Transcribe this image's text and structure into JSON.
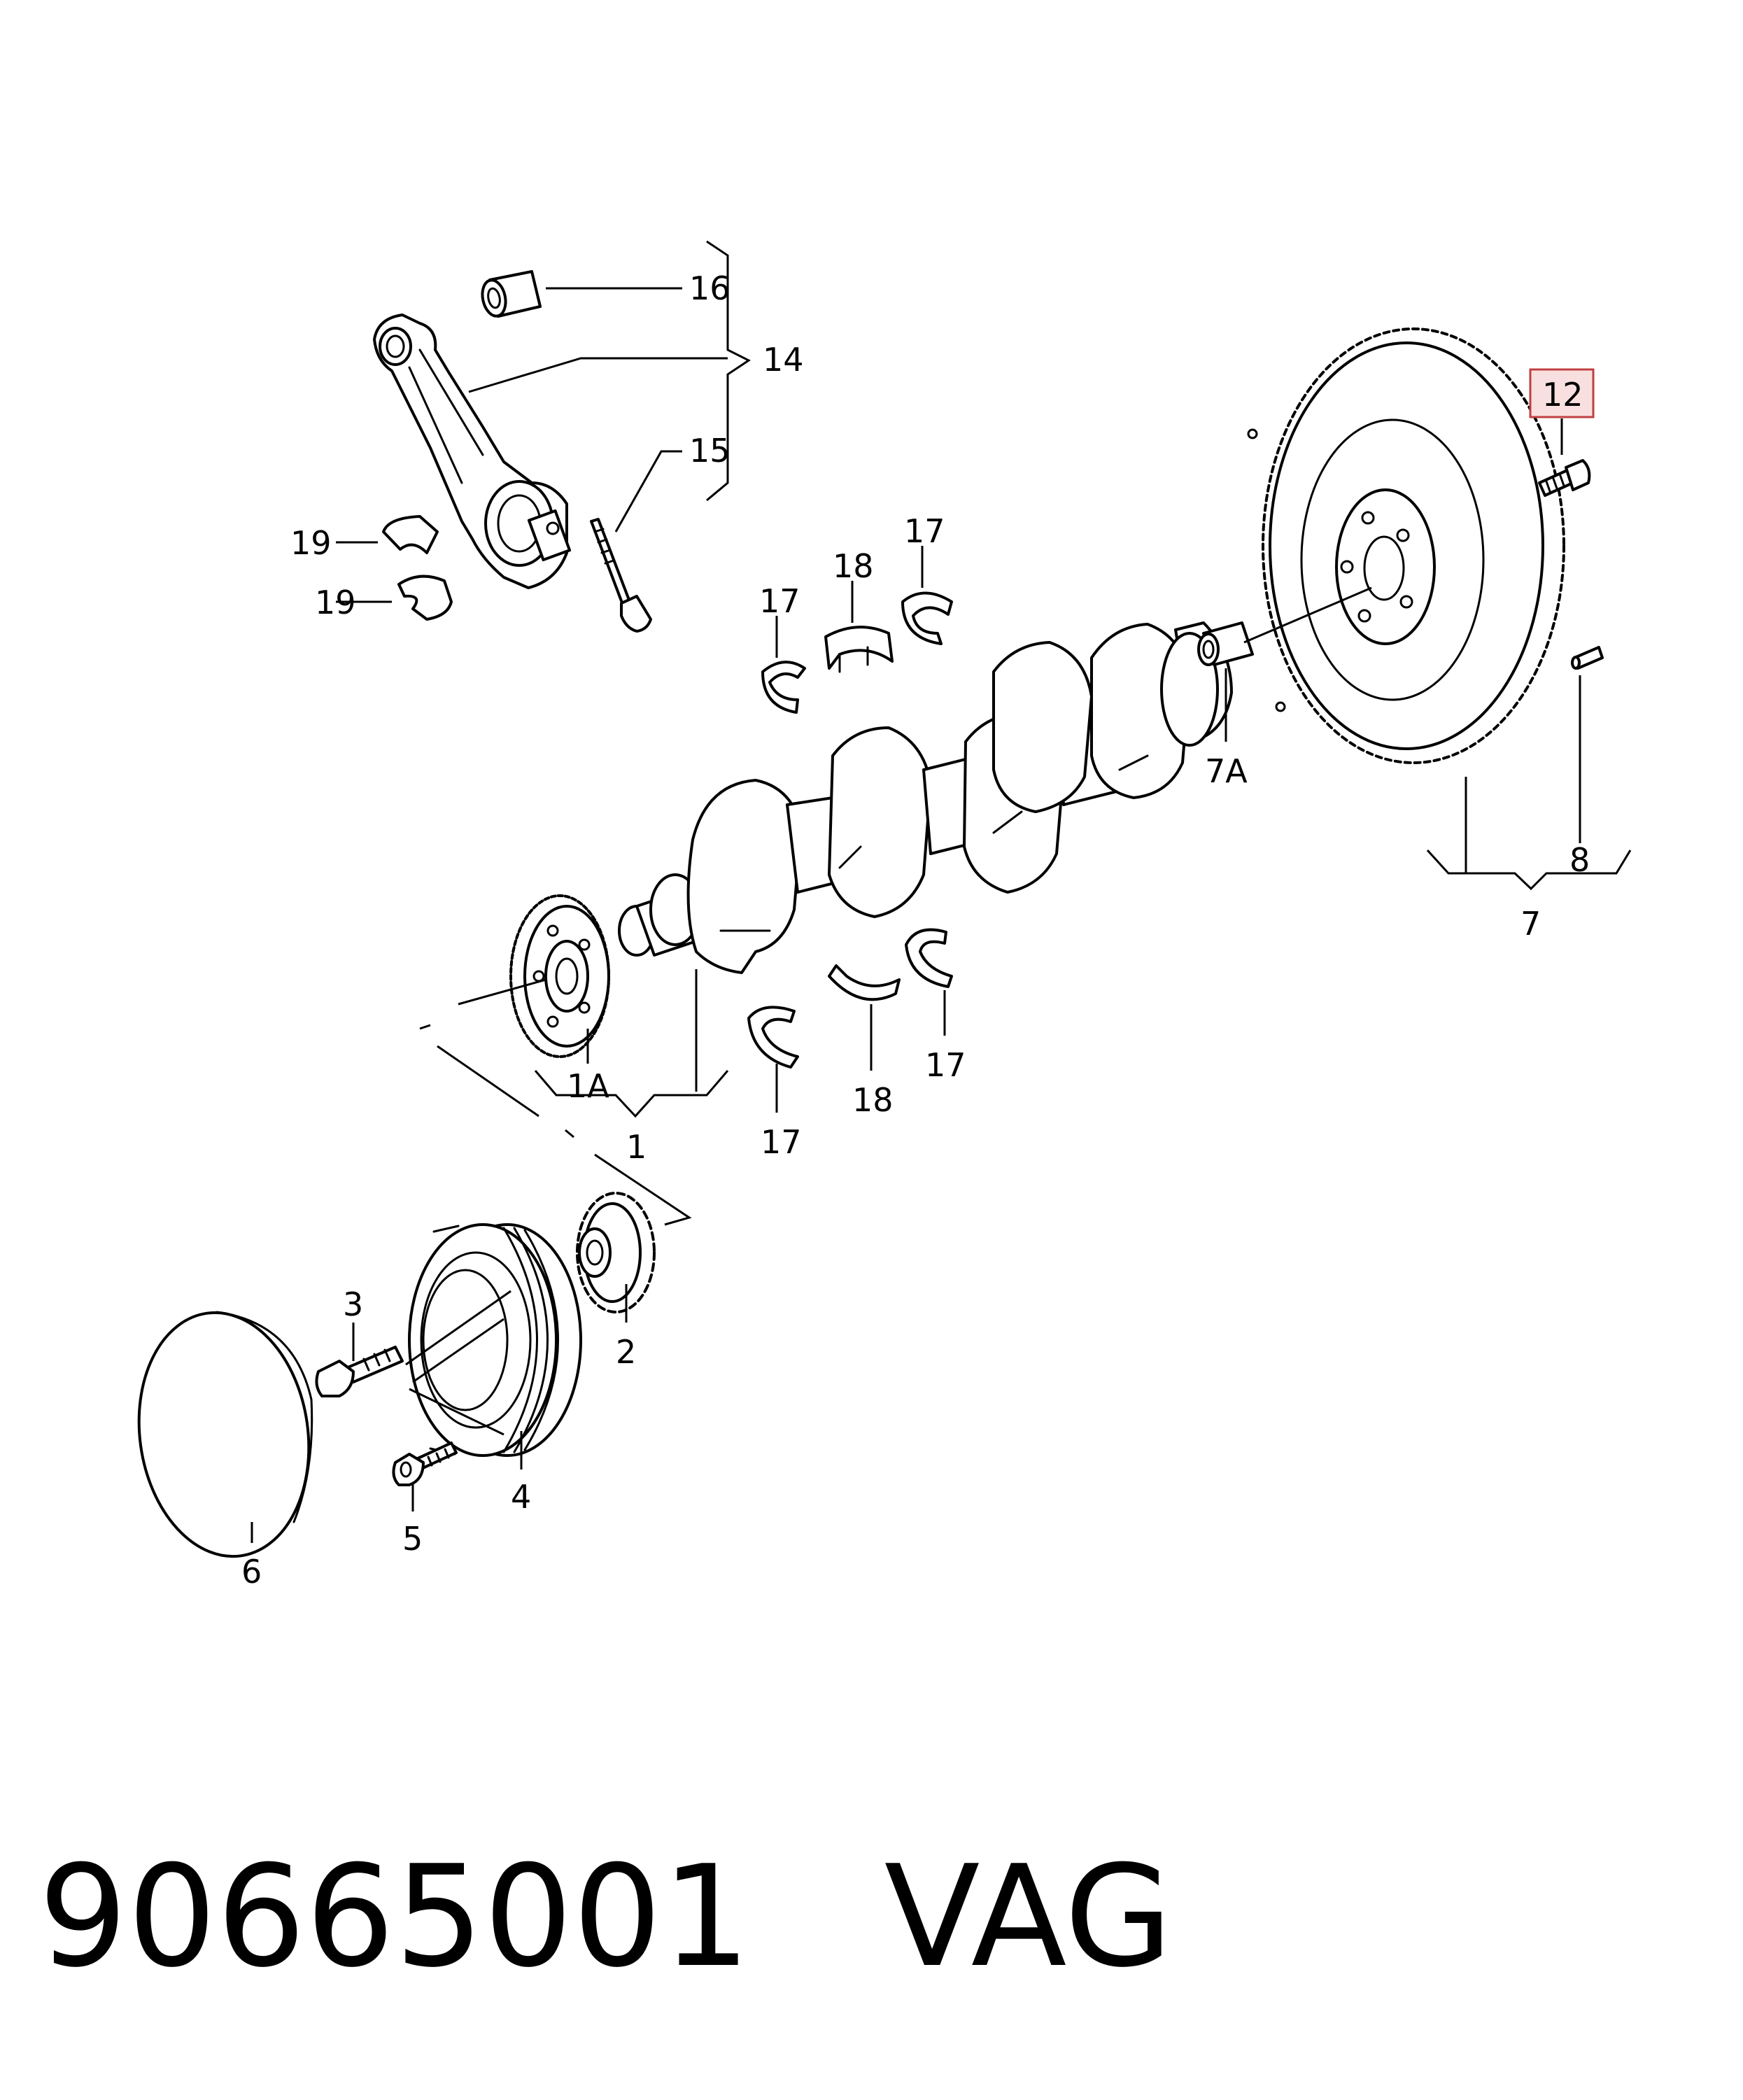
{
  "diagram": {
    "callouts": {
      "c16": "16",
      "c14": "14",
      "c15": "15",
      "c19a": "19",
      "c19b": "19",
      "c12": "12",
      "c17a": "17",
      "c18a": "18",
      "c17b": "17",
      "c7a": "7A",
      "c8": "8",
      "c7": "7",
      "c1a": "1A",
      "c1": "1",
      "c17c": "17",
      "c18b": "18",
      "c17d": "17",
      "c3": "3",
      "c2": "2",
      "c4": "4",
      "c5": "5",
      "c6": "6"
    },
    "highlighted_callout": "12",
    "highlight_color": "#f9e0e0",
    "highlight_border": "#c04040"
  },
  "footer": {
    "part_number": "90665001",
    "brand": "VAG"
  }
}
